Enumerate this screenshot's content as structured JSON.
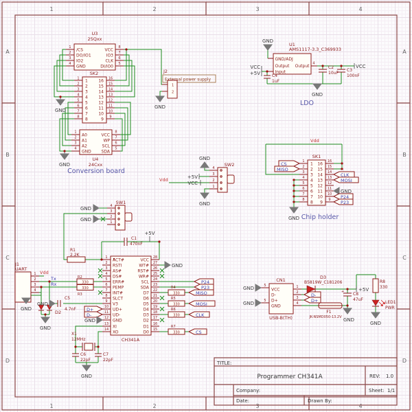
{
  "frame": {
    "cols": [
      "1",
      "2",
      "3",
      "4"
    ],
    "rows": [
      "A",
      "B",
      "C",
      "D"
    ]
  },
  "nets": {
    "gnd": "GND",
    "vcc": "VCC",
    "p5v": "+5V",
    "vdd": "Vdd",
    "tx": "Tx",
    "rx": "Rx",
    "dp": "D+",
    "dm": "D-",
    "miso": "MISO",
    "mosi": "MOSI",
    "clk": "CLK",
    "cs": "CS",
    "p24": "P24",
    "p23": "P23"
  },
  "captions": {
    "conversion": "Conversion board",
    "ldo": "LDO",
    "chip_holder": "Chip holder"
  },
  "title_block": {
    "title_label": "TITLE:",
    "title": "Programmer CH341A",
    "rev_label": "REV:",
    "rev": "1.0",
    "company_label": "Company:",
    "sheet_label": "Sheet:",
    "sheet": "1/1",
    "date_label": "Date:",
    "drawn_label": "Drawn By:"
  },
  "u3": {
    "ref": "U3",
    "value": "25Qxx",
    "pins_l": [
      "/CS",
      "DO/IO1",
      "IO2",
      "GND"
    ],
    "nums_l": [
      "1",
      "2",
      "3",
      "4"
    ],
    "pins_r": [
      "VCC",
      "IO3",
      "CLK",
      "DI/IO0"
    ],
    "nums_r": [
      "8",
      "7",
      "6",
      "5"
    ]
  },
  "sk2": {
    "ref": "SK2",
    "nums_l": [
      "1",
      "2",
      "3",
      "4",
      "5",
      "6",
      "7",
      "8"
    ],
    "nums_r": [
      "16",
      "15",
      "14",
      "13",
      "12",
      "11",
      "10",
      "9"
    ]
  },
  "u4": {
    "ref": "U4",
    "value": "24Cxx",
    "pins_l": [
      "A0",
      "A1",
      "A2",
      "GND"
    ],
    "nums_l": [
      "1",
      "2",
      "3",
      "4"
    ],
    "pins_r": [
      "VCC",
      "WP",
      "SCL",
      "SDA"
    ],
    "nums_r": [
      "8",
      "7",
      "6",
      "5"
    ]
  },
  "j2": {
    "ref": "J2",
    "note": "External power supply",
    "nums": [
      "1",
      "2"
    ]
  },
  "u1": {
    "ref": "U1",
    "value": "AMS1117-3.3_C369933",
    "pin_gnd": "GND/ADJ",
    "pin_out": "Output",
    "pin_out2": "Output",
    "pin_in": "Input",
    "num_out": "4"
  },
  "c1": {
    "ref": "C1",
    "value": "470nF"
  },
  "c2": {
    "ref": "C2",
    "value": "10uF"
  },
  "c3": {
    "ref": "C3",
    "value": "100nF"
  },
  "c4": {
    "ref": "C4",
    "value": "1uF"
  },
  "c5": {
    "ref": "C5",
    "value": "4.7nF"
  },
  "c6": {
    "ref": "C6",
    "value": "22pF"
  },
  "c7": {
    "ref": "C7",
    "value": "22pF"
  },
  "c8": {
    "ref": "C8",
    "value": "47uF"
  },
  "r1": {
    "ref": "R1",
    "value": "2.2K"
  },
  "r2": {
    "ref": "R2",
    "value": "330"
  },
  "r3": {
    "ref": "R3",
    "value": "330"
  },
  "r4": {
    "ref": "R4",
    "value": "330"
  },
  "r5": {
    "ref": "R5",
    "value": "330"
  },
  "r6": {
    "ref": "R6",
    "value": "330"
  },
  "r7": {
    "ref": "R7",
    "value": "330"
  },
  "r8": {
    "ref": "R8",
    "value": "330"
  },
  "sw1": {
    "ref": "SW1",
    "nums": [
      "4",
      "3",
      "2",
      "1"
    ]
  },
  "sw2": {
    "ref": "SW2",
    "nums": [
      "4",
      "3",
      "2",
      "1"
    ]
  },
  "sk1": {
    "ref": "SK1",
    "nums_l": [
      "1",
      "2",
      "3",
      "4",
      "5",
      "6",
      "7",
      "8"
    ],
    "nums_r": [
      "16",
      "15",
      "14",
      "13",
      "12",
      "11",
      "10",
      "9"
    ]
  },
  "x1": {
    "ref": "X1",
    "value": "12MHz"
  },
  "d2": {
    "ref": "D2"
  },
  "d3": {
    "ref": "D3",
    "value": "B5819W_C181206"
  },
  "f1": {
    "ref": "F1",
    "value": "JK-NSMD050-13.2V"
  },
  "led1": {
    "ref": "LED1",
    "value": "PWR"
  },
  "cn1": {
    "ref": "CN1",
    "value": "USB-B(TH)",
    "pins": [
      "VCC",
      "D-",
      "D+",
      "GND"
    ],
    "nums": [
      "1",
      "2",
      "3",
      "4"
    ],
    "shield_num": "5"
  },
  "j1": {
    "ref": "J1",
    "value": "UART",
    "nums": [
      "1",
      "2",
      "3",
      "4"
    ]
  },
  "ch341a": {
    "value": "CH341A",
    "pins_l": [
      {
        "n": "1",
        "name": "ACT#"
      },
      {
        "n": "2",
        "name": "RSTI"
      },
      {
        "n": "3",
        "name": "AS#"
      },
      {
        "n": "4",
        "name": "DS#"
      },
      {
        "n": "5",
        "name": "ERR#"
      },
      {
        "n": "6",
        "name": "PEMP"
      },
      {
        "n": "7",
        "name": "INT#"
      },
      {
        "n": "8",
        "name": "SLCT"
      },
      {
        "n": "9",
        "name": "V3"
      },
      {
        "n": "10",
        "name": "UD+"
      },
      {
        "n": "11",
        "name": "UD-"
      },
      {
        "n": "12",
        "name": "GND"
      },
      {
        "n": "13",
        "name": "XI"
      },
      {
        "n": "14",
        "name": "XO"
      }
    ],
    "pins_r": [
      {
        "n": "28",
        "name": "VCC"
      },
      {
        "n": "27",
        "name": "WT#"
      },
      {
        "n": "26",
        "name": "RST#"
      },
      {
        "n": "25",
        "name": "WR#"
      },
      {
        "n": "24",
        "name": "SCL"
      },
      {
        "n": "23",
        "name": "SDA"
      },
      {
        "n": "22",
        "name": "D7"
      },
      {
        "n": "21",
        "name": "D6"
      },
      {
        "n": "20",
        "name": "D5"
      },
      {
        "n": "19",
        "name": "D4"
      },
      {
        "n": "18",
        "name": "D3"
      },
      {
        "n": "17",
        "name": "D2"
      },
      {
        "n": "16",
        "name": "D1"
      },
      {
        "n": "15",
        "name": "D0"
      }
    ]
  }
}
